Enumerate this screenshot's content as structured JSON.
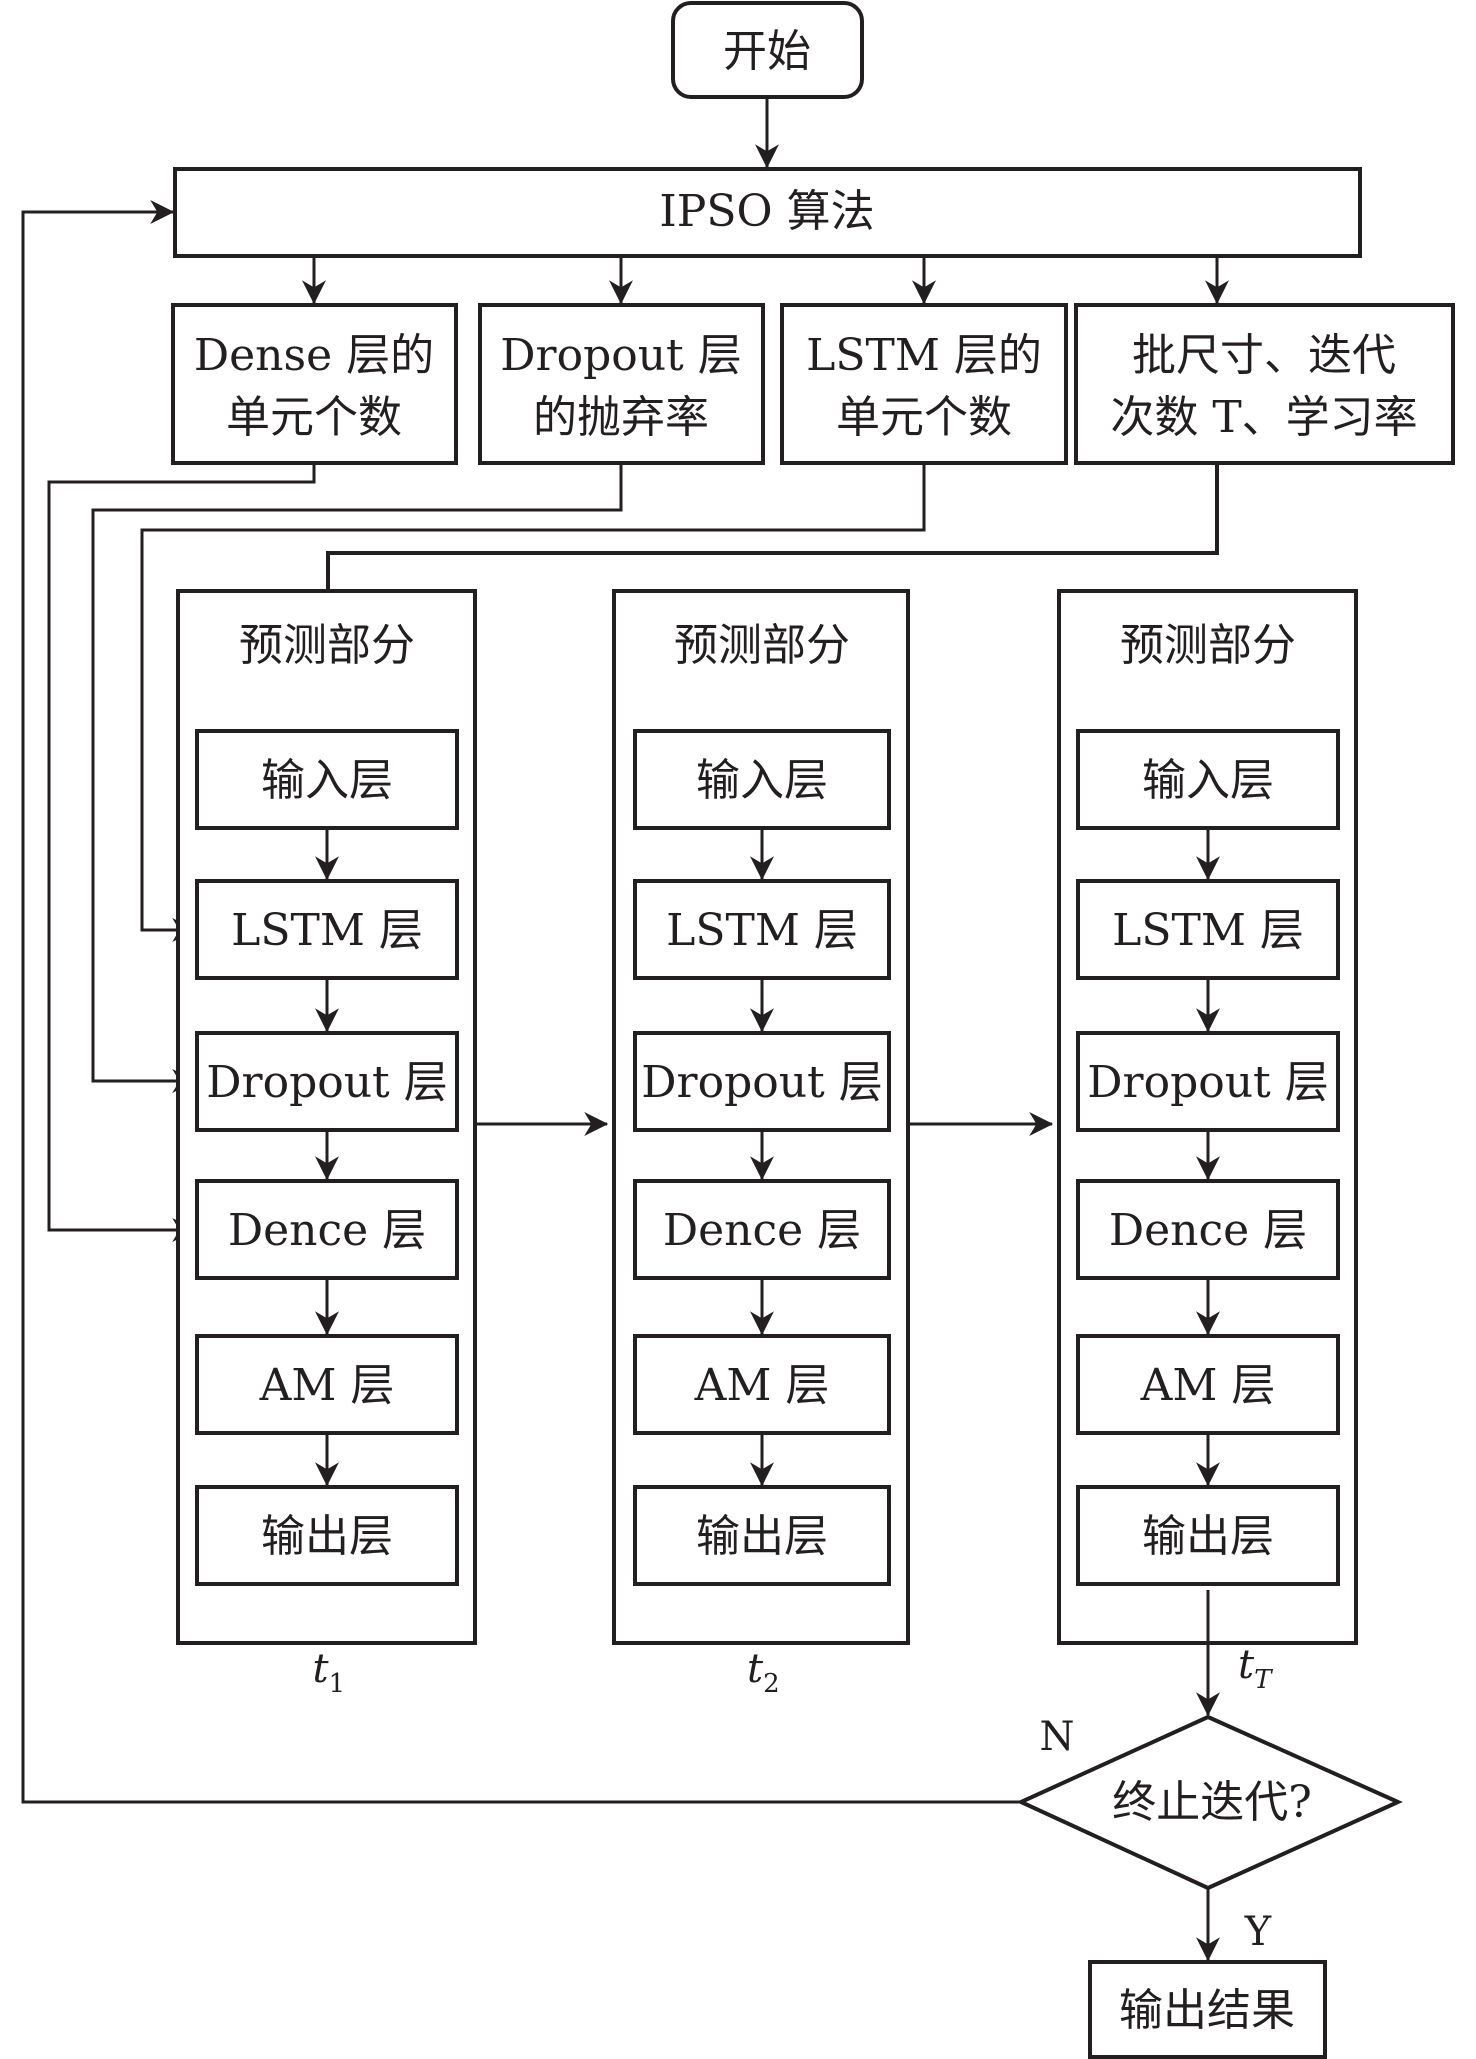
{
  "diagram": {
    "start": "开始",
    "algorithm": "IPSO 算法",
    "parameters": [
      {
        "line1": "Dense 层的",
        "line2": "单元个数"
      },
      {
        "line1": "Dropout 层",
        "line2": "的抛弃率"
      },
      {
        "line1": "LSTM 层的",
        "line2": "单元个数"
      },
      {
        "line1": "批尺寸、迭代",
        "line2": "次数 T、学习率"
      }
    ],
    "prediction_title": "预测部分",
    "layers": [
      "输入层",
      "LSTM 层",
      "Dropout 层",
      "Dence 层",
      "AM 层",
      "输出层"
    ],
    "time_labels": [
      {
        "base": "t",
        "sub": "1"
      },
      {
        "base": "t",
        "sub": "2"
      },
      {
        "base": "t",
        "sub": "T"
      }
    ],
    "decision": "终止迭代?",
    "no_label": "N",
    "yes_label": "Y",
    "result": "输出结果"
  }
}
